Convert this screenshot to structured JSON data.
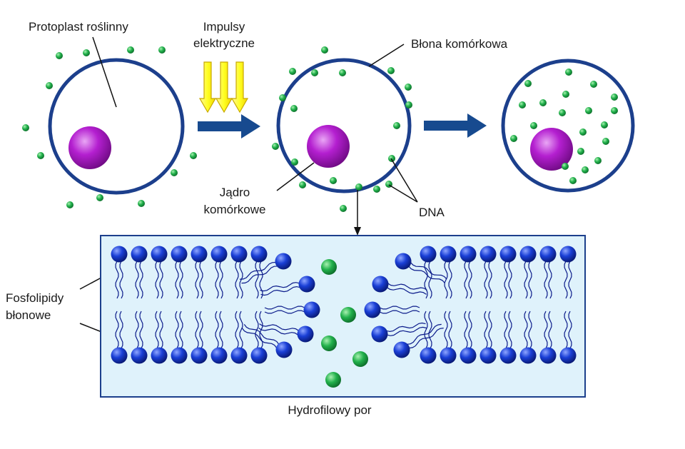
{
  "labels": {
    "protoplast": "Protoplast roślinny",
    "impulses_line1": "Impulsy",
    "impulses_line2": "elektryczne",
    "membrane": "Błona komórkowa",
    "nucleus_line1": "Jądro",
    "nucleus_line2": "komórkowe",
    "dna": "DNA",
    "phospholipids_line1": "Fosfolipidy",
    "phospholipids_line2": "błonowe",
    "pore": "Hydrofilowy por"
  },
  "colors": {
    "membrane_outline": "#1c3f8c",
    "nucleus": "#b41fd0",
    "dna": "#22b14c",
    "arrow": "#174a8f",
    "impulse_fill": "#ffff33",
    "impulse_stroke": "#c8a800",
    "phospholipid_head": "#1238c8",
    "tail": "#0a1a8a",
    "panel_bg": "#dff2fb",
    "panel_border": "#1c3f8c"
  }
}
